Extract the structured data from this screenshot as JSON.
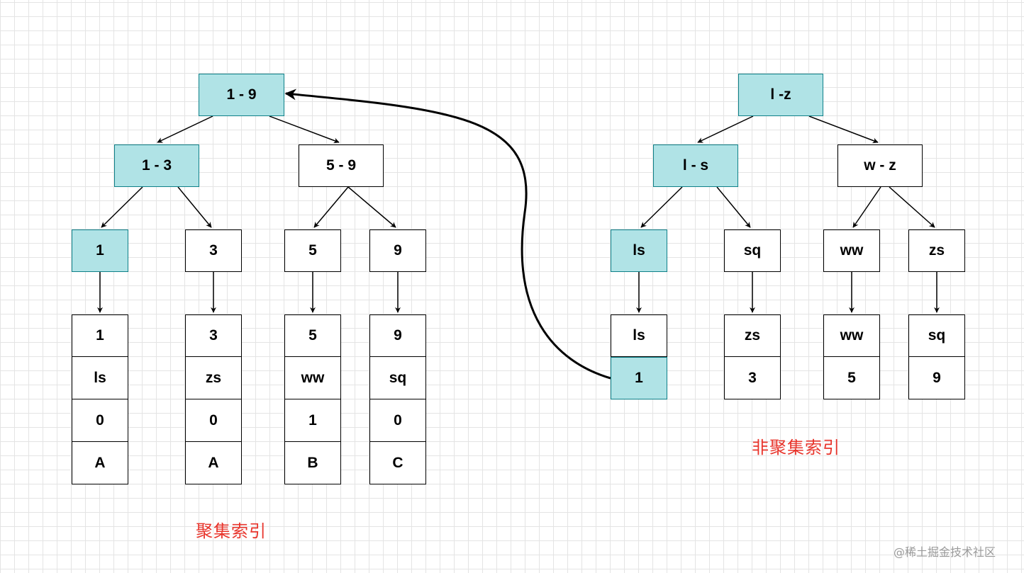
{
  "colors": {
    "highlight_fill": "#b0e3e6",
    "highlight_stroke": "#0e8088",
    "caption": "#e8352c"
  },
  "clustered": {
    "caption": "聚集索引",
    "root": "1 - 9",
    "internal": [
      "1 - 3",
      "5 - 9"
    ],
    "leaves": [
      "1",
      "3",
      "5",
      "9"
    ],
    "rows": [
      [
        "1",
        "ls",
        "0",
        "A"
      ],
      [
        "3",
        "zs",
        "0",
        "A"
      ],
      [
        "5",
        "ww",
        "1",
        "B"
      ],
      [
        "9",
        "sq",
        "0",
        "C"
      ]
    ]
  },
  "nonclustered": {
    "caption": "非聚集索引",
    "root": "l -z",
    "internal": [
      "l - s",
      "w - z"
    ],
    "leaves": [
      "ls",
      "sq",
      "ww",
      "zs"
    ],
    "rows": [
      [
        "ls",
        "1"
      ],
      [
        "zs",
        "3"
      ],
      [
        "ww",
        "5"
      ],
      [
        "sq",
        "9"
      ]
    ]
  },
  "watermark": "@稀土掘金技术社区"
}
